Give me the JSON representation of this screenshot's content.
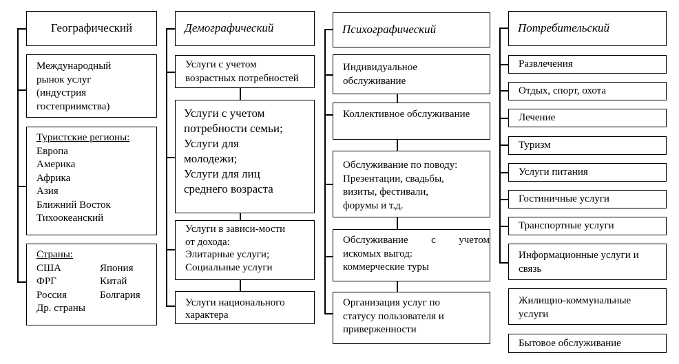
{
  "columns": [
    {
      "header": "Географический",
      "boxes": [
        {
          "lines": [
            "Международный",
            "рынок услуг",
            "(индустрия",
            "гостеприимства)"
          ]
        },
        {
          "title": "Туристские регионы:",
          "lines": [
            "Европа",
            "Америка",
            "Африка",
            "Азия",
            "Ближний Восток",
            "Тихоокеанский"
          ]
        },
        {
          "title": "Страны:",
          "left": [
            "США",
            "ФРГ",
            "Россия",
            "Др. страны"
          ],
          "right": [
            "Япония",
            "Китай",
            "Болгария"
          ]
        }
      ]
    },
    {
      "header": "Демографический",
      "boxes": [
        {
          "lines": [
            "Услуги с учетом",
            "возрастных потребностей"
          ]
        },
        {
          "lines": [
            "Услуги с учетом",
            "потребности семьи;",
            "Услуги для",
            "молодежи;",
            "Услуги для лиц",
            "среднего возраста"
          ]
        },
        {
          "lines": [
            "Услуги в зависи-мости",
            "от дохода:",
            "Элитарные услуги;",
            "Социальные услуги"
          ]
        },
        {
          "lines": [
            "Услуги национального",
            "характера"
          ]
        }
      ]
    },
    {
      "header": "Психографический",
      "boxes": [
        {
          "lines": [
            "Индивидуальное",
            "обслуживание"
          ]
        },
        {
          "lines": [
            "Коллективное обслуживание"
          ]
        },
        {
          "lines": [
            "Обслуживание по поводу:",
            "Презентации, свадьбы,",
            "визиты, фестивали,",
            "форумы и т.д."
          ]
        },
        {
          "lines": [
            "Обслуживание с учетом",
            "искомых выгод:",
            "коммерческие туры"
          ]
        },
        {
          "lines": [
            "Организация услуг по",
            "статусу пользователя и",
            "приверженности"
          ]
        }
      ]
    },
    {
      "header": "Потребительский",
      "boxes": [
        {
          "lines": [
            "Развлечения"
          ]
        },
        {
          "lines": [
            "Отдых, спорт, охота"
          ]
        },
        {
          "lines": [
            "Лечение"
          ]
        },
        {
          "lines": [
            "Туризм"
          ]
        },
        {
          "lines": [
            "Услуги питания"
          ]
        },
        {
          "lines": [
            "Гостиничные услуги"
          ]
        },
        {
          "lines": [
            "Транспортные услуги"
          ]
        },
        {
          "lines": [
            "Информационные услуги и",
            "связь"
          ]
        },
        {
          "lines": [
            "Жилищно-коммунальные",
            "услуги"
          ]
        },
        {
          "lines": [
            "Бытовое обслуживание"
          ]
        }
      ]
    }
  ]
}
